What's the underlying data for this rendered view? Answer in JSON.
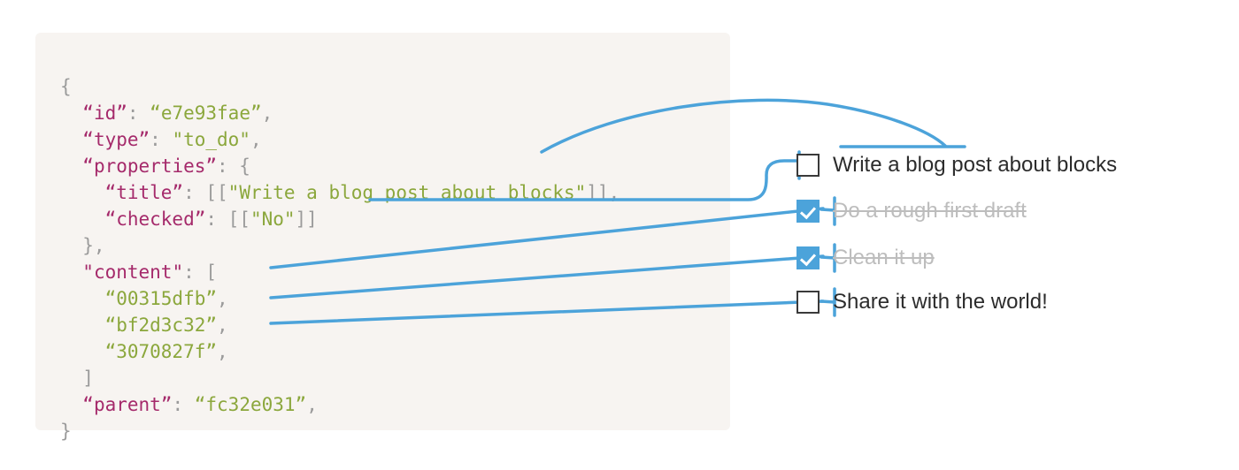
{
  "code_block": {
    "language": "json",
    "background_color": "#F7F4F1",
    "key_color": "#A52A6B",
    "string_color": "#8BA73C",
    "punctuation_color": "#9b9b9b",
    "lines": [
      {
        "id": "line-open-brace",
        "segments": [
          {
            "text": "{",
            "cls": "p"
          }
        ]
      },
      {
        "id": "line-id",
        "segments": [
          {
            "text": "  ",
            "cls": "p"
          },
          {
            "text": "“id”",
            "cls": "k"
          },
          {
            "text": ": ",
            "cls": "p"
          },
          {
            "text": "“e7e93fae”",
            "cls": "s"
          },
          {
            "text": ",",
            "cls": "p"
          }
        ]
      },
      {
        "id": "line-type",
        "segments": [
          {
            "text": "  ",
            "cls": "p"
          },
          {
            "text": "“type”",
            "cls": "k"
          },
          {
            "text": ": ",
            "cls": "p"
          },
          {
            "text": "\"to_do\"",
            "cls": "s"
          },
          {
            "text": ",",
            "cls": "p"
          }
        ]
      },
      {
        "id": "line-properties",
        "segments": [
          {
            "text": "  ",
            "cls": "p"
          },
          {
            "text": "“properties”",
            "cls": "k"
          },
          {
            "text": ": {",
            "cls": "p"
          }
        ]
      },
      {
        "id": "line-title",
        "segments": [
          {
            "text": "    ",
            "cls": "p"
          },
          {
            "text": "“title”",
            "cls": "k"
          },
          {
            "text": ": [[",
            "cls": "p"
          },
          {
            "text": "\"Write a blog post about blocks\"",
            "cls": "s"
          },
          {
            "text": "]],",
            "cls": "p"
          }
        ]
      },
      {
        "id": "line-checked",
        "segments": [
          {
            "text": "    ",
            "cls": "p"
          },
          {
            "text": "“checked”",
            "cls": "k"
          },
          {
            "text": ": [[",
            "cls": "p"
          },
          {
            "text": "\"No\"",
            "cls": "s"
          },
          {
            "text": "]]",
            "cls": "p"
          }
        ]
      },
      {
        "id": "line-close-props",
        "segments": [
          {
            "text": "  },",
            "cls": "p"
          }
        ]
      },
      {
        "id": "line-content",
        "segments": [
          {
            "text": "  ",
            "cls": "p"
          },
          {
            "text": "\"content\"",
            "cls": "k"
          },
          {
            "text": ": [",
            "cls": "p"
          }
        ]
      },
      {
        "id": "line-child-1",
        "segments": [
          {
            "text": "    ",
            "cls": "p"
          },
          {
            "text": "“00315dfb”",
            "cls": "s"
          },
          {
            "text": ",",
            "cls": "p"
          }
        ]
      },
      {
        "id": "line-child-2",
        "segments": [
          {
            "text": "    ",
            "cls": "p"
          },
          {
            "text": "“bf2d3c32”",
            "cls": "s"
          },
          {
            "text": ",",
            "cls": "p"
          }
        ]
      },
      {
        "id": "line-child-3",
        "segments": [
          {
            "text": "    ",
            "cls": "p"
          },
          {
            "text": "“3070827f”",
            "cls": "s"
          },
          {
            "text": ",",
            "cls": "p"
          }
        ]
      },
      {
        "id": "line-close-array",
        "segments": [
          {
            "text": "  ]",
            "cls": "p"
          }
        ]
      },
      {
        "id": "line-parent",
        "segments": [
          {
            "text": "  ",
            "cls": "p"
          },
          {
            "text": "“parent”",
            "cls": "k"
          },
          {
            "text": ": ",
            "cls": "p"
          },
          {
            "text": "“fc32e031”",
            "cls": "s"
          },
          {
            "text": ",",
            "cls": "p"
          }
        ]
      },
      {
        "id": "line-close-brace",
        "segments": [
          {
            "text": "}",
            "cls": "p"
          }
        ]
      }
    ]
  },
  "task_list": {
    "accent_color": "#4CA3DA",
    "checkbox_border_color": "#3A3A3A",
    "done_text_color": "#BDBDBD",
    "text_color": "#2C2C2C",
    "items": [
      {
        "label": "Write a blog post about blocks",
        "checked": false
      },
      {
        "label": "Do a rough first draft",
        "checked": true
      },
      {
        "label": "Clean it up",
        "checked": true
      },
      {
        "label": "Share it with the world!",
        "checked": false
      }
    ]
  },
  "connectors": {
    "color": "#4CA3DA",
    "stroke_width": 3.5,
    "descriptions": [
      "title-to-first-task-curve",
      "checked-to-first-task-scurve",
      "child-1-to-task-2-line",
      "child-2-to-task-3-line",
      "child-3-to-task-4-line"
    ]
  }
}
